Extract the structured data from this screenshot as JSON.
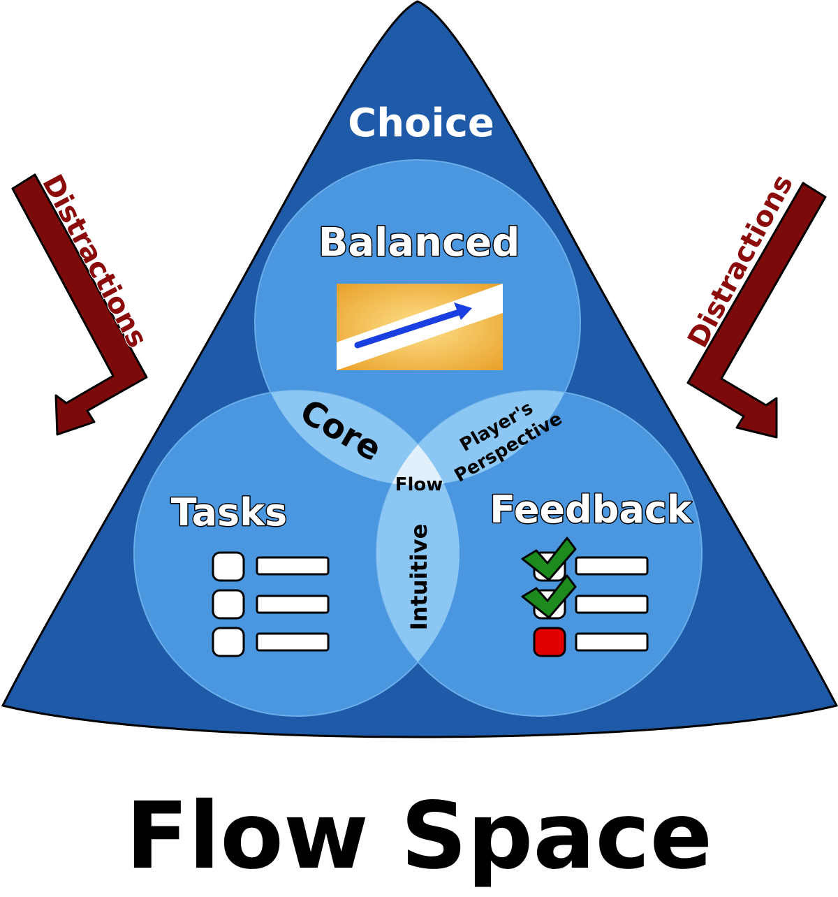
{
  "diagram": {
    "apex_label": "Choice",
    "circles": {
      "top": {
        "label": "Balanced"
      },
      "left": {
        "label": "Tasks"
      },
      "right": {
        "label": "Feedback"
      }
    },
    "overlaps": {
      "top_left": "Core",
      "top_right_line1": "Player's",
      "top_right_line2": "Perspective",
      "left_right": "Intuitive",
      "center": "Flow"
    },
    "side_arrows": {
      "left": "Distractions",
      "right": "Distractions"
    },
    "feedback_status": [
      {
        "state": "checked"
      },
      {
        "state": "checked"
      },
      {
        "state": "failed"
      }
    ],
    "colors": {
      "triangle": "#1e5aa8",
      "circle": "#4a97e0",
      "overlap": "#8cc7f3",
      "center": "#e1f0fb",
      "distraction_arrow": "#7d0a0a",
      "check": "#1d8a1d",
      "fail": "#e00000",
      "balance_card": "#f3b33c"
    }
  },
  "page_title": "Flow Space"
}
